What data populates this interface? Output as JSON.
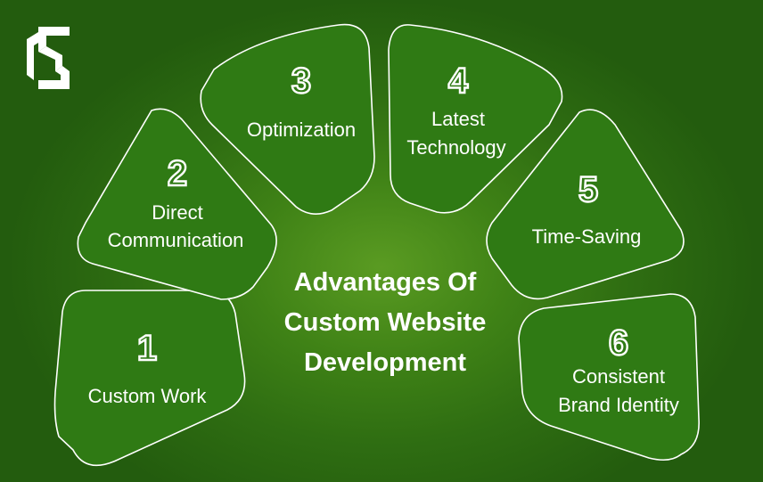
{
  "title_lines": [
    "Advantages Of",
    "Custom Website",
    "Development"
  ],
  "items": [
    {
      "number": "1",
      "lines": [
        "Custom Work"
      ]
    },
    {
      "number": "2",
      "lines": [
        "Direct",
        "Communication"
      ]
    },
    {
      "number": "3",
      "lines": [
        "Optimization"
      ]
    },
    {
      "number": "4",
      "lines": [
        "Latest",
        "Technology"
      ]
    },
    {
      "number": "5",
      "lines": [
        "Time-Saving"
      ]
    },
    {
      "number": "6",
      "lines": [
        "Consistent",
        "Brand Identity"
      ]
    }
  ],
  "logo_icon": "stylized-s-logo-icon",
  "colors": {
    "background": "#2f6e12",
    "card": "#2f7a14",
    "outline": "#ffffff",
    "text": "#ffffff"
  }
}
